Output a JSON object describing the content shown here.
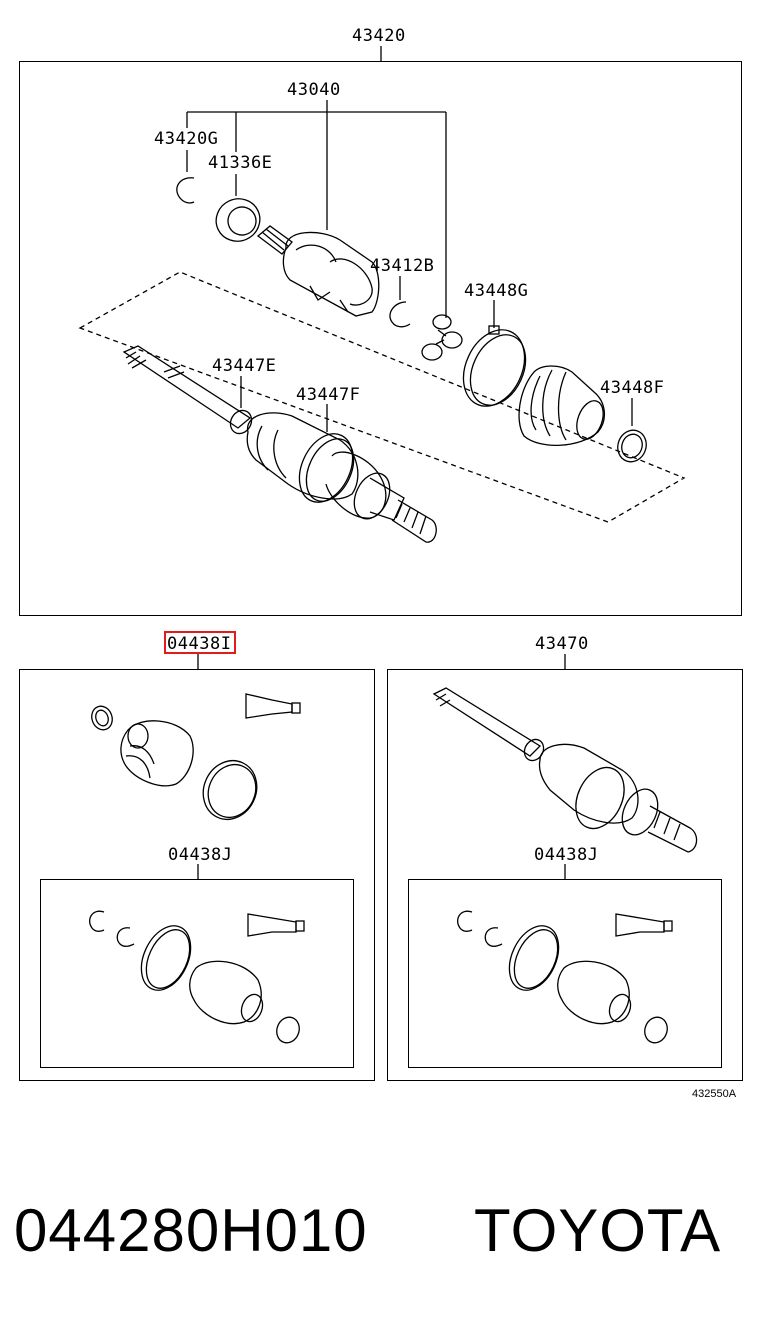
{
  "labels": {
    "assembly": "43420",
    "inboard_joint": "43040",
    "snap_ring": "43420G",
    "dust_seal": "41336E",
    "snap_ring_b": "43412B",
    "boot_clamp_g": "43448G",
    "boot_clamp_e": "43447E",
    "boot_clamp_f": "43447F",
    "boot_clamp_f2": "43448F",
    "boot_kit": "04438",
    "boot_kit_suffix": "I",
    "outboard_shaft": "43470",
    "boot_kit_j_left": "04438J",
    "boot_kit_j_right": "04438J"
  },
  "figure_code": "432550A",
  "footer": {
    "part_number": "044280H010",
    "brand": "TOYOTA"
  },
  "colors": {
    "line": "#000000",
    "highlight": "#e21c1c",
    "background": "#ffffff"
  }
}
